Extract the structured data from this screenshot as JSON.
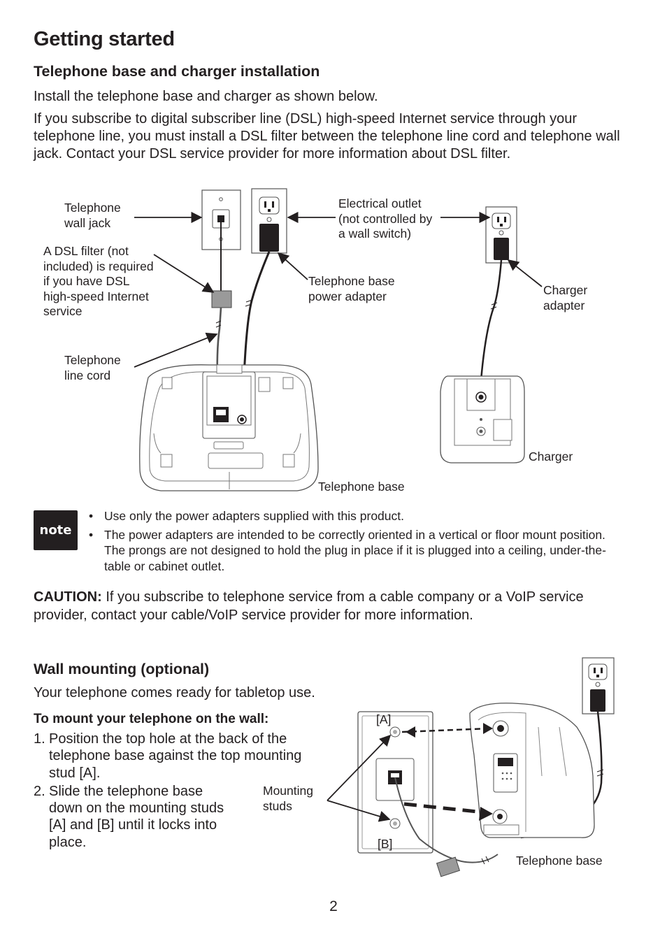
{
  "page": {
    "title": "Getting started",
    "page_number": "2"
  },
  "installation": {
    "heading": "Telephone base and charger installation",
    "intro": "Install the telephone base and charger as shown below.",
    "dsl_paragraph": "If you subscribe to digital subscriber line (DSL) high-speed Internet service through your telephone line, you must install a DSL filter between the telephone line cord and telephone wall jack. Contact your DSL service provider for more information about DSL filter."
  },
  "diagram1": {
    "labels": {
      "wall_jack": "Telephone\nwall jack",
      "dsl_filter": "A DSL filter (not\nincluded) is required\nif you have DSL\nhigh-speed Internet\nservice",
      "line_cord": "Telephone\nline cord",
      "electrical_outlet": "Electrical outlet\n(not controlled by\na wall switch)",
      "base_power_adapter": "Telephone base\npower adapter",
      "charger_adapter": "Charger\nadapter",
      "charger": "Charger",
      "telephone_base": "Telephone base"
    }
  },
  "note": {
    "badge": "note",
    "items": [
      "Use only the power adapters supplied with this product.",
      "The power adapters are intended to be correctly oriented in a vertical or floor mount position. The prongs are not designed to hold the plug in place if it is plugged into a ceiling, under-the-table or cabinet outlet."
    ]
  },
  "caution": {
    "label": "CAUTION:",
    "text": " If you subscribe to telephone service from a cable company or a VoIP service provider, contact your cable/VoIP service provider for more information."
  },
  "wall_mounting": {
    "heading": "Wall mounting (optional)",
    "intro": "Your telephone comes ready for tabletop use.",
    "steps_title": "To mount your telephone on the wall:",
    "steps": [
      {
        "num": "1.",
        "text": "Position the top hole at the back of the telephone base against the top mounting stud [A]."
      },
      {
        "num": "2.",
        "text": "Slide the telephone base down on the mounting studs [A] and [B] until it locks into place."
      }
    ],
    "labels": {
      "stud_a": "[A]",
      "stud_b": "[B]",
      "mounting_studs": "Mounting\nstuds",
      "telephone_base": "Telephone base"
    }
  }
}
